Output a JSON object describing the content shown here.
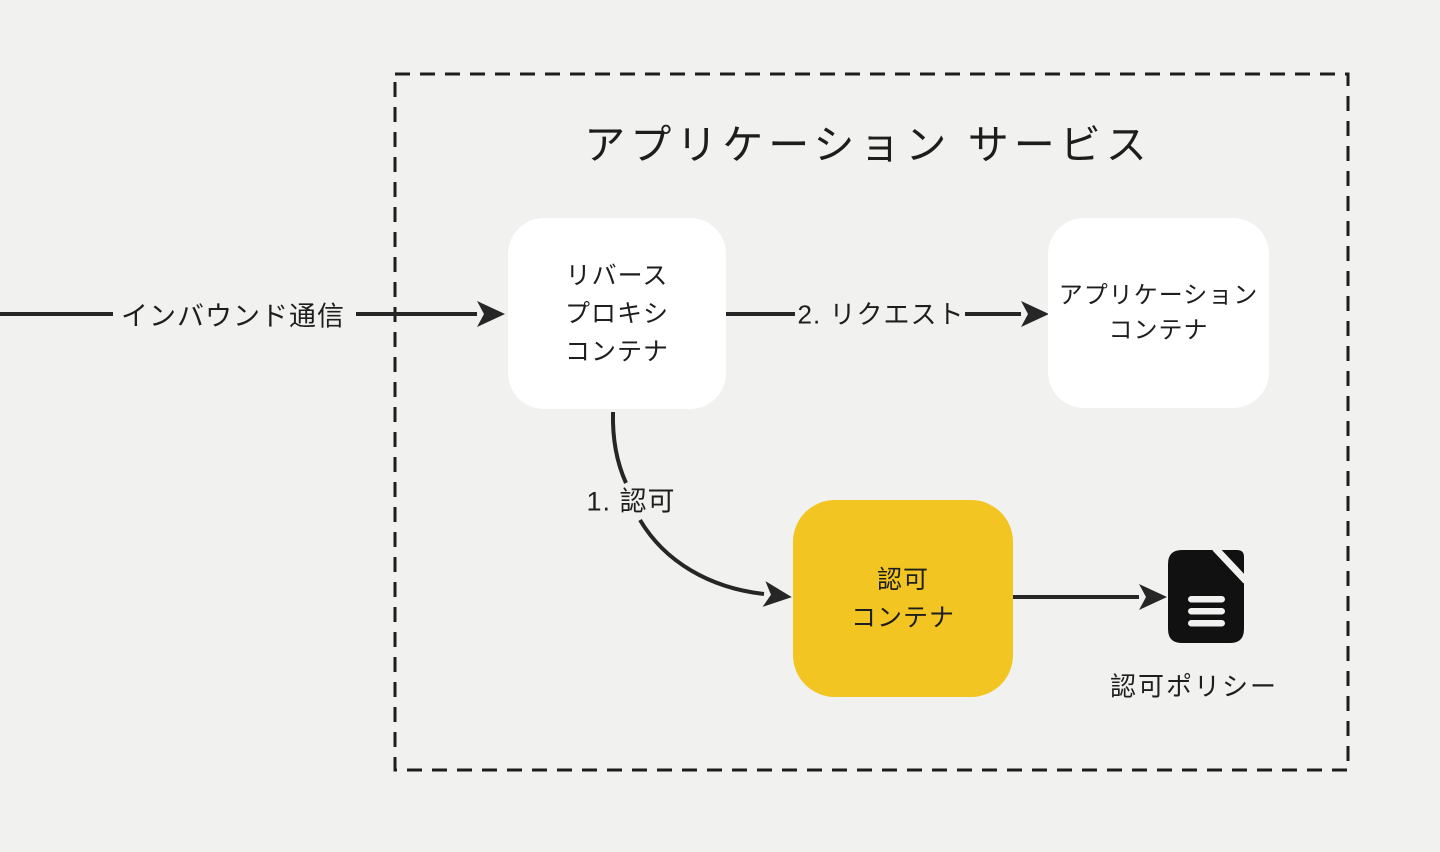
{
  "diagram": {
    "title": "アプリケーション サービス",
    "colors": {
      "background": "#F1F1EF",
      "node_white": "#FFFFFF",
      "node_yellow": "#F2C522",
      "line_dark": "#262626",
      "border_dashed": "#1D1D1D",
      "icon_black": "#111111"
    },
    "nodes": {
      "reverse_proxy": {
        "lines": [
          "リバース",
          "プロキシ",
          "コンテナ"
        ]
      },
      "application": {
        "lines": [
          "アプリケーション",
          "コンテナ"
        ]
      },
      "authorization": {
        "lines": [
          "認可",
          "コンテナ"
        ]
      },
      "policy": {
        "label": "認可ポリシー",
        "icon": "document-icon"
      }
    },
    "edges": {
      "inbound": {
        "label": "インバウンド通信"
      },
      "request": {
        "label": "2. リクエスト"
      },
      "authorize": {
        "label": "1. 認可"
      }
    }
  }
}
